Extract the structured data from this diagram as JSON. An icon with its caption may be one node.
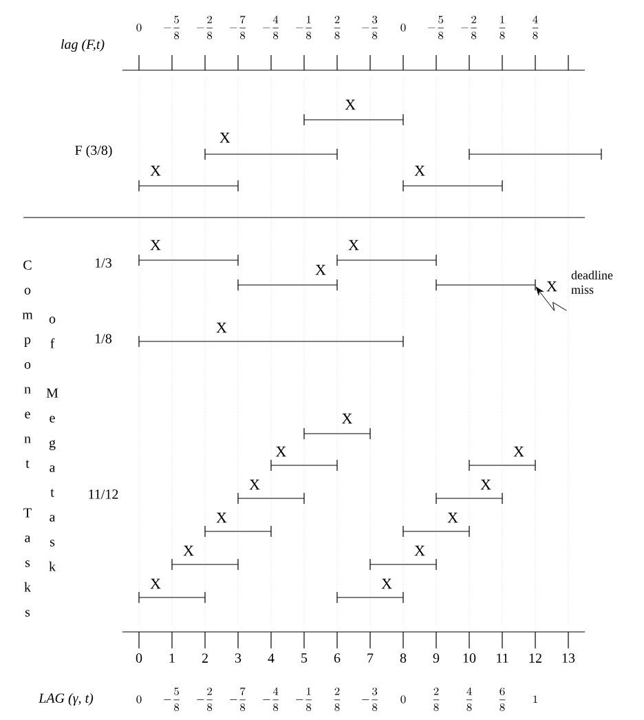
{
  "diagram": {
    "nodes": [
      {
        "text": [
          "deadline miss"
        ]
      },
      {
        "text": [],
        "shape": "bar"
      }
    ],
    "edges": [
      {
        "from": 0,
        "to": 1,
        "arrow": "to"
      }
    ],
    "labels": [
      "lag (F,t)",
      "0",
      "-\\frac{5}{8}",
      "-\\frac{2}{8}",
      "-\\frac{7}{8}",
      "-\\frac{4}{8}",
      "-\\frac{1}{8}",
      "\\frac{2}{8}",
      "-\\frac{3}{8}",
      "0",
      "-\\frac{5}{8}",
      "-\\frac{2}{8}",
      "\\frac{1}{8}",
      "\\frac{4}{8}",
      "X",
      "F (3/8)",
      "X",
      "X",
      "X",
      "X",
      "X",
      "Component Tasks",
      "1/3",
      "X",
      "X",
      "of Megatask",
      "1/8",
      "X",
      "X",
      "X",
      "X",
      "X",
      "11/12",
      "X",
      "X",
      "X",
      "X",
      "X",
      "X",
      "X",
      "0",
      "1",
      "2",
      "3",
      "4",
      "5",
      "6",
      "7",
      "8",
      "9",
      "10",
      "11",
      "12",
      "13",
      "LAG (γ, t)",
      "0",
      "-\\frac{5}{8}",
      "-\\frac{2}{8}",
      "-\\frac{7}{8}",
      "-\\frac{4}{8}",
      "-\\frac{1}{8}",
      "\\frac{2}{8}",
      "-\\frac{3}{8}",
      "0",
      "\\frac{2}{8}",
      "\\frac{4}{8}",
      "\\frac{6}{8}",
      "1"
    ]
  }
}
